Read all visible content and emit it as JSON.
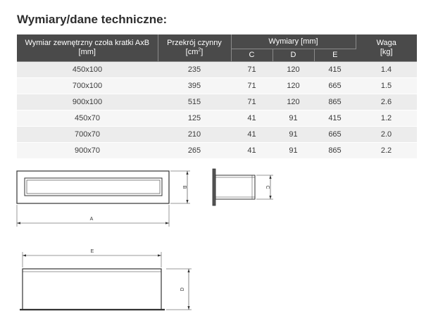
{
  "title": "Wymiary/dane techniczne:",
  "table": {
    "headers": {
      "col1": "Wymiar zewnętrzny czoła kratki AxB [mm]",
      "col2_line1": "Przekrój czynny",
      "col2_unit_base": "[cm",
      "col2_unit_sup": "2",
      "col2_unit_end": "]",
      "group_dims": "Wymiary [mm]",
      "col_c": "C",
      "col_d": "D",
      "col_e": "E",
      "col_weight_line1": "Waga",
      "col_weight_line2": "[kg]"
    },
    "rows": [
      {
        "size": "450x100",
        "area": "235",
        "c": "71",
        "d": "120",
        "e": "415",
        "weight": "1.4"
      },
      {
        "size": "700x100",
        "area": "395",
        "c": "71",
        "d": "120",
        "e": "665",
        "weight": "1.5"
      },
      {
        "size": "900x100",
        "area": "515",
        "c": "71",
        "d": "120",
        "e": "865",
        "weight": "2.6"
      },
      {
        "size": "450x70",
        "area": "125",
        "c": "41",
        "d": "91",
        "e": "415",
        "weight": "1.2"
      },
      {
        "size": "700x70",
        "area": "210",
        "c": "41",
        "d": "91",
        "e": "665",
        "weight": "2.0"
      },
      {
        "size": "900x70",
        "area": "265",
        "c": "41",
        "d": "91",
        "e": "865",
        "weight": "2.2"
      }
    ]
  },
  "drawing": {
    "labels": {
      "a": "A",
      "b": "B",
      "c": "C",
      "d": "D",
      "e": "E"
    }
  }
}
